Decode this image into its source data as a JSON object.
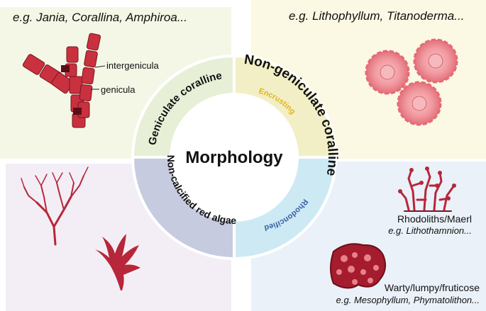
{
  "center": {
    "title": "Morphology"
  },
  "quadrants": {
    "top_left": {
      "ring_label": "Geniculate coralline",
      "examples": "e.g. Jania, Corallina, Amphiroa...",
      "annotations": [
        "intergenicula",
        "genicula"
      ]
    },
    "top_right": {
      "ring_label": "Non-geniculate coralline",
      "sub_label": "Encrusting",
      "examples": "e.g. Lithophyllum, Titanoderma..."
    },
    "bottom_right": {
      "sub_label": "Rhodoncified",
      "rhodolith_label": "Rhodoliths/Maerl",
      "rhodolith_examples": "e.g. Lithothamnion...",
      "warty_label": "Warty/lumpy/fruticose",
      "warty_examples": "e.g. Mesophyllum, Phymatolithon..."
    },
    "bottom_left": {
      "ring_label": "Non-calcified red algae"
    }
  },
  "colors": {
    "tl_bg": "#f4f7e6",
    "tr_bg": "#fbf8e4",
    "bl_bg": "#f3eef5",
    "br_bg": "#eaf1f8",
    "ring_tl": "#e7f0d6",
    "ring_tr": "#f2efc6",
    "ring_bl": "#c7cbe0",
    "ring_br": "#cdeaf4",
    "algae_red": "#b8263a",
    "encrusting_text": "#e2b51c",
    "rhodoncified_text": "#3a5ea8"
  },
  "icons": [
    "coralline-segment-icon",
    "crust-disc-icon",
    "rhodolith-icon",
    "red-alga-icon"
  ]
}
